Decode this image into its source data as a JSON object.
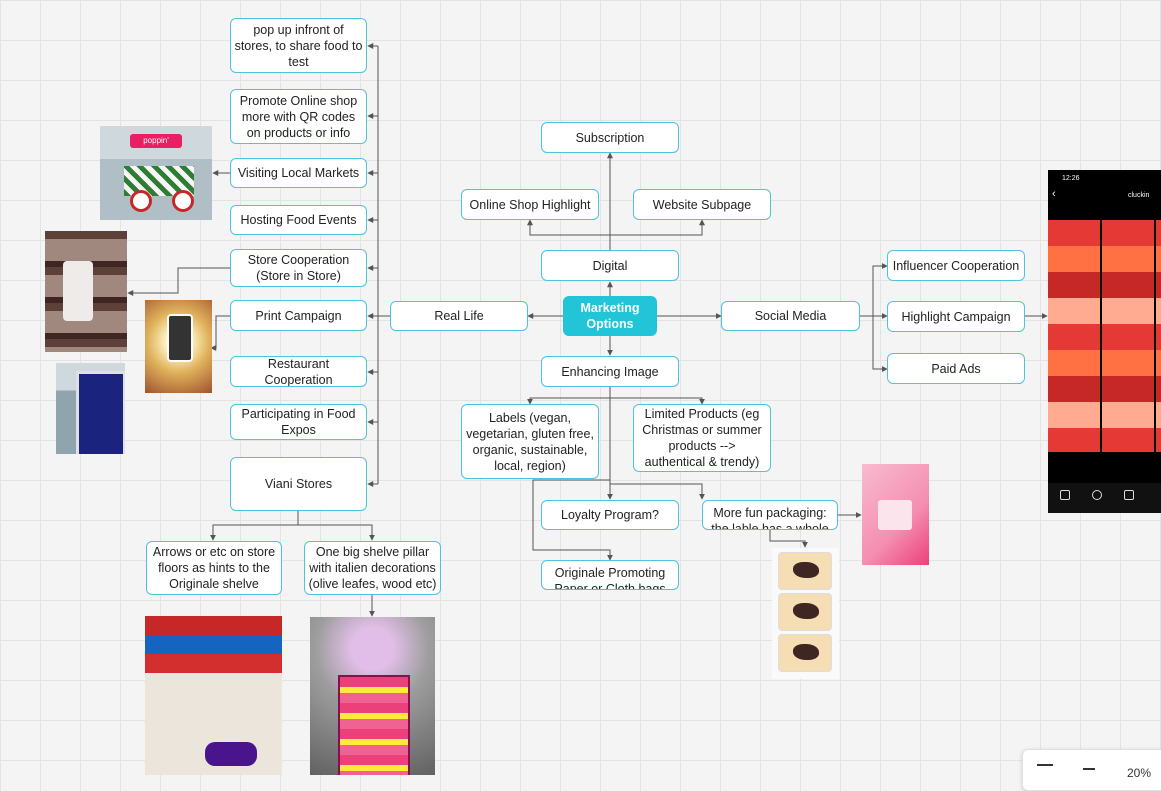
{
  "nodes": {
    "center": "Marketing Options",
    "real_life": "Real Life",
    "social_media": "Social Media",
    "digital": "Digital",
    "enhancing_image": "Enhancing Image",
    "subscription": "Subscription",
    "online_shop_highlight": "Online Shop Highlight",
    "website_subpage": "Website Subpage",
    "influencer": "Influencer Cooperation",
    "highlight_campaign": "Highlight Campaign",
    "paid_ads": "Paid Ads",
    "popup": "pop up infront of stores, to share food to test",
    "promote_online": "Promote Online shop more with QR codes on products or info",
    "local_markets": "Visiting Local Markets",
    "food_events": "Hosting Food Events",
    "store_coop": "Store Cooperation (Store in Store)",
    "print_campaign": "Print Campaign",
    "restaurant_coop": "Restaurant Cooperation",
    "food_expos": "Participating in Food Expos",
    "viani_stores": "Viani Stores",
    "arrows": "Arrows or etc on store floors as hints to the Originale shelve",
    "shelve_pillar": "One big shelve pillar with italien decorations (olive leafes, wood etc)",
    "labels": "Labels (vegan, vegetarian, gluten free, organic, sustainable, local, region)",
    "limited": "Limited Products (eg Christmas or summer products --> authentical & trendy)",
    "loyalty": "Loyalty Program?",
    "packaging": "More fun packaging: the lable has a whole in",
    "bags": "Originale Promoting Paper or Cloth bags"
  },
  "images": {
    "cart_sign": "poppin'",
    "phone_time": "12:26",
    "phone_handle": "cluckin"
  },
  "zoom": {
    "level": "20%"
  },
  "colors": {
    "node_border": "#4ec3dc",
    "center_fill": "#22c4d8",
    "edge": "#555555"
  }
}
